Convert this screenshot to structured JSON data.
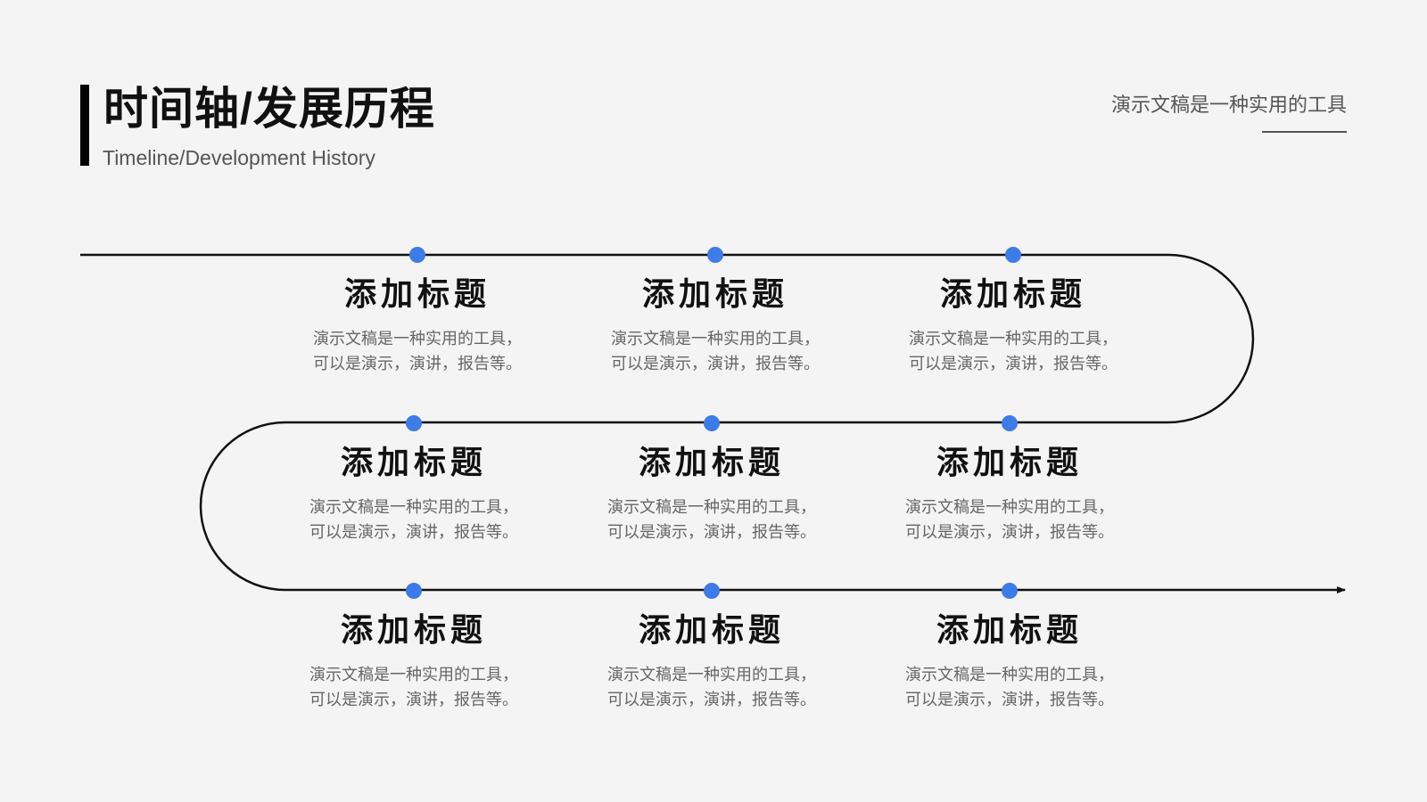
{
  "header": {
    "title": "时间轴/发展历程",
    "subtitle": "Timeline/Development History",
    "tagline": "演示文稿是一种实用的工具"
  },
  "colors": {
    "background": "#f4f4f5",
    "line": "#111111",
    "dot": "#3d7be8",
    "title": "#111111",
    "text": "#666666"
  },
  "items": [
    {
      "title": "添加标题",
      "line1": "演示文稿是一种实用的工具，",
      "line2": "可以是演示，演讲，报告等。"
    },
    {
      "title": "添加标题",
      "line1": "演示文稿是一种实用的工具，",
      "line2": "可以是演示，演讲，报告等。"
    },
    {
      "title": "添加标题",
      "line1": "演示文稿是一种实用的工具，",
      "line2": "可以是演示，演讲，报告等。"
    },
    {
      "title": "添加标题",
      "line1": "演示文稿是一种实用的工具，",
      "line2": "可以是演示，演讲，报告等。"
    },
    {
      "title": "添加标题",
      "line1": "演示文稿是一种实用的工具，",
      "line2": "可以是演示，演讲，报告等。"
    },
    {
      "title": "添加标题",
      "line1": "演示文稿是一种实用的工具，",
      "line2": "可以是演示，演讲，报告等。"
    },
    {
      "title": "添加标题",
      "line1": "演示文稿是一种实用的工具，",
      "line2": "可以是演示，演讲，报告等。"
    },
    {
      "title": "添加标题",
      "line1": "演示文稿是一种实用的工具，",
      "line2": "可以是演示，演讲，报告等。"
    },
    {
      "title": "添加标题",
      "line1": "演示文稿是一种实用的工具，",
      "line2": "可以是演示，演讲，报告等。"
    }
  ]
}
